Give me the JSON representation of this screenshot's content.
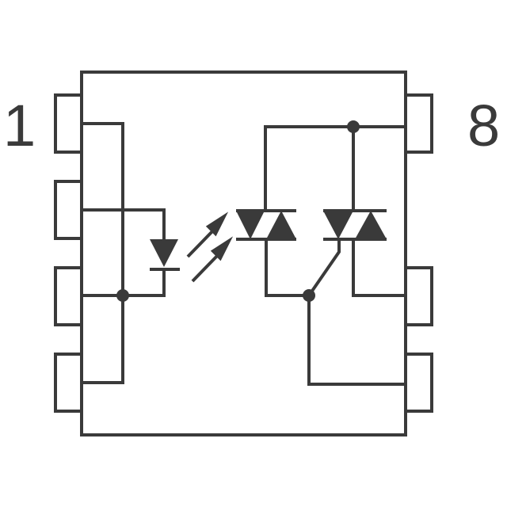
{
  "pin_labels": {
    "first": "1",
    "last": "8"
  },
  "colors": {
    "stroke": "#3a3a3a",
    "background": "#ffffff"
  },
  "components": {
    "emitter": "infrared-led",
    "optical_coupling": "light-arrows",
    "detectors": [
      "triac",
      "triac"
    ]
  }
}
